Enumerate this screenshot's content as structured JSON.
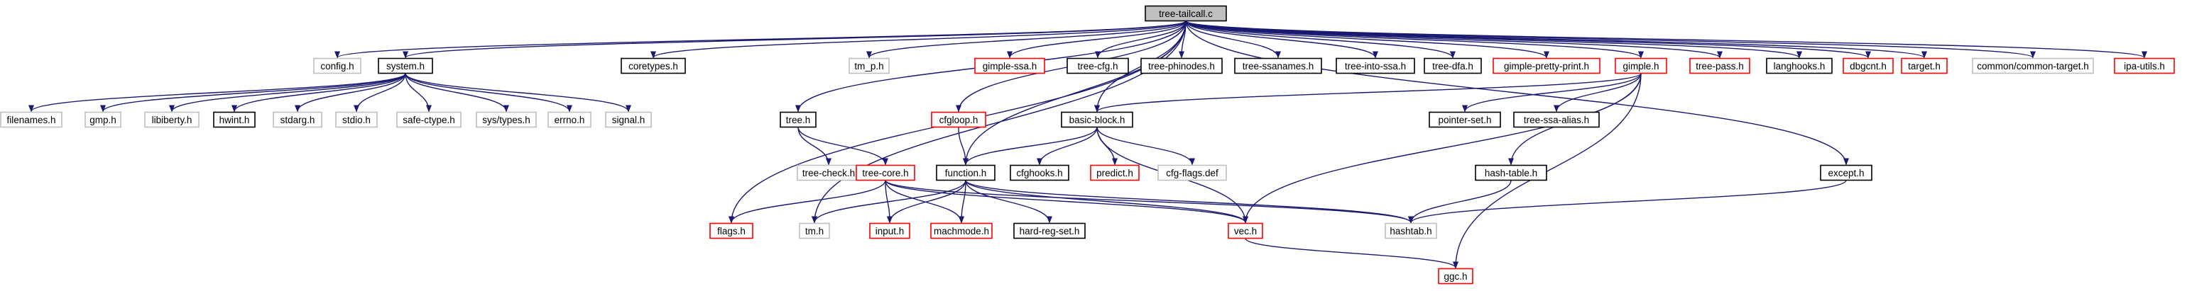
{
  "colors": {
    "root_fill": "#bfbfbf",
    "root_border": "#000000",
    "documented_border": "#000000",
    "incomplete_border": "#ff0000",
    "undocumented_border": "#bfbfbf",
    "edge": "#191970"
  },
  "nodes": [
    {
      "id": "tree-tailcall-c",
      "label": "tree-tailcall.c",
      "kind": "root"
    },
    {
      "id": "config-h",
      "label": "config.h",
      "kind": "undocumented"
    },
    {
      "id": "system-h",
      "label": "system.h",
      "kind": "documented"
    },
    {
      "id": "coretypes-h",
      "label": "coretypes.h",
      "kind": "documented"
    },
    {
      "id": "tree-h",
      "label": "tree.h",
      "kind": "documented"
    },
    {
      "id": "tm-p-h",
      "label": "tm_p.h",
      "kind": "undocumented"
    },
    {
      "id": "cfgloop-h",
      "label": "cfgloop.h",
      "kind": "incomplete"
    },
    {
      "id": "gimple-ssa-h",
      "label": "gimple-ssa.h",
      "kind": "incomplete"
    },
    {
      "id": "tree-cfg-h",
      "label": "tree-cfg.h",
      "kind": "documented"
    },
    {
      "id": "tree-phinodes-h",
      "label": "tree-phinodes.h",
      "kind": "documented"
    },
    {
      "id": "tree-ssanames-h",
      "label": "tree-ssanames.h",
      "kind": "documented"
    },
    {
      "id": "tree-into-ssa-h",
      "label": "tree-into-ssa.h",
      "kind": "documented"
    },
    {
      "id": "tree-dfa-h",
      "label": "tree-dfa.h",
      "kind": "documented"
    },
    {
      "id": "gimple-pretty-print-h",
      "label": "gimple-pretty-print.h",
      "kind": "incomplete"
    },
    {
      "id": "gimple-h",
      "label": "gimple.h",
      "kind": "incomplete"
    },
    {
      "id": "tree-pass-h",
      "label": "tree-pass.h",
      "kind": "incomplete"
    },
    {
      "id": "langhooks-h",
      "label": "langhooks.h",
      "kind": "documented"
    },
    {
      "id": "dbgcnt-h",
      "label": "dbgcnt.h",
      "kind": "incomplete"
    },
    {
      "id": "target-h",
      "label": "target.h",
      "kind": "incomplete"
    },
    {
      "id": "common-target-h",
      "label": "common/common-target.h",
      "kind": "undocumented"
    },
    {
      "id": "ipa-utils-h",
      "label": "ipa-utils.h",
      "kind": "incomplete"
    },
    {
      "id": "filenames-h",
      "label": "filenames.h",
      "kind": "undocumented"
    },
    {
      "id": "gmp-h",
      "label": "gmp.h",
      "kind": "undocumented"
    },
    {
      "id": "libiberty-h",
      "label": "libiberty.h",
      "kind": "undocumented"
    },
    {
      "id": "hwint-h",
      "label": "hwint.h",
      "kind": "documented"
    },
    {
      "id": "stdarg-h",
      "label": "stdarg.h",
      "kind": "undocumented"
    },
    {
      "id": "stdio-h",
      "label": "stdio.h",
      "kind": "undocumented"
    },
    {
      "id": "safe-ctype-h",
      "label": "safe-ctype.h",
      "kind": "undocumented"
    },
    {
      "id": "sys-types-h",
      "label": "sys/types.h",
      "kind": "undocumented"
    },
    {
      "id": "errno-h",
      "label": "errno.h",
      "kind": "undocumented"
    },
    {
      "id": "signal-h",
      "label": "signal.h",
      "kind": "undocumented"
    },
    {
      "id": "basic-block-h",
      "label": "basic-block.h",
      "kind": "documented"
    },
    {
      "id": "pointer-set-h",
      "label": "pointer-set.h",
      "kind": "documented"
    },
    {
      "id": "tree-ssa-alias-h",
      "label": "tree-ssa-alias.h",
      "kind": "documented"
    },
    {
      "id": "tree-check-h",
      "label": "tree-check.h",
      "kind": "undocumented"
    },
    {
      "id": "tree-core-h",
      "label": "tree-core.h",
      "kind": "incomplete"
    },
    {
      "id": "function-h",
      "label": "function.h",
      "kind": "documented"
    },
    {
      "id": "cfghooks-h",
      "label": "cfghooks.h",
      "kind": "documented"
    },
    {
      "id": "predict-h",
      "label": "predict.h",
      "kind": "incomplete"
    },
    {
      "id": "cfg-flags-def",
      "label": "cfg-flags.def",
      "kind": "undocumented"
    },
    {
      "id": "hash-table-h",
      "label": "hash-table.h",
      "kind": "documented"
    },
    {
      "id": "except-h",
      "label": "except.h",
      "kind": "documented"
    },
    {
      "id": "flags-h",
      "label": "flags.h",
      "kind": "incomplete"
    },
    {
      "id": "tm-h",
      "label": "tm.h",
      "kind": "undocumented"
    },
    {
      "id": "input-h",
      "label": "input.h",
      "kind": "incomplete"
    },
    {
      "id": "machmode-h",
      "label": "machmode.h",
      "kind": "incomplete"
    },
    {
      "id": "hard-reg-set-h",
      "label": "hard-reg-set.h",
      "kind": "documented"
    },
    {
      "id": "vec-h",
      "label": "vec.h",
      "kind": "incomplete"
    },
    {
      "id": "hashtab-h",
      "label": "hashtab.h",
      "kind": "undocumented"
    },
    {
      "id": "ggc-h",
      "label": "ggc.h",
      "kind": "incomplete"
    }
  ],
  "edges": [
    [
      "tree-tailcall-c",
      "config-h"
    ],
    [
      "tree-tailcall-c",
      "system-h"
    ],
    [
      "tree-tailcall-c",
      "coretypes-h"
    ],
    [
      "tree-tailcall-c",
      "tree-h"
    ],
    [
      "tree-tailcall-c",
      "tm-p-h"
    ],
    [
      "tree-tailcall-c",
      "cfgloop-h"
    ],
    [
      "tree-tailcall-c",
      "gimple-ssa-h"
    ],
    [
      "tree-tailcall-c",
      "tree-cfg-h"
    ],
    [
      "tree-tailcall-c",
      "tree-phinodes-h"
    ],
    [
      "tree-tailcall-c",
      "tree-ssanames-h"
    ],
    [
      "tree-tailcall-c",
      "tree-into-ssa-h"
    ],
    [
      "tree-tailcall-c",
      "tree-dfa-h"
    ],
    [
      "tree-tailcall-c",
      "gimple-pretty-print-h"
    ],
    [
      "tree-tailcall-c",
      "gimple-h"
    ],
    [
      "tree-tailcall-c",
      "tree-pass-h"
    ],
    [
      "tree-tailcall-c",
      "langhooks-h"
    ],
    [
      "tree-tailcall-c",
      "dbgcnt-h"
    ],
    [
      "tree-tailcall-c",
      "target-h"
    ],
    [
      "tree-tailcall-c",
      "common-target-h"
    ],
    [
      "tree-tailcall-c",
      "ipa-utils-h"
    ],
    [
      "tree-tailcall-c",
      "basic-block-h"
    ],
    [
      "tree-tailcall-c",
      "function-h"
    ],
    [
      "tree-tailcall-c",
      "flags-h"
    ],
    [
      "tree-tailcall-c",
      "tm-h"
    ],
    [
      "tree-tailcall-c",
      "except-h"
    ],
    [
      "system-h",
      "filenames-h"
    ],
    [
      "system-h",
      "gmp-h"
    ],
    [
      "system-h",
      "libiberty-h"
    ],
    [
      "system-h",
      "hwint-h"
    ],
    [
      "system-h",
      "stdarg-h"
    ],
    [
      "system-h",
      "stdio-h"
    ],
    [
      "system-h",
      "safe-ctype-h"
    ],
    [
      "system-h",
      "sys-types-h"
    ],
    [
      "system-h",
      "errno-h"
    ],
    [
      "system-h",
      "signal-h"
    ],
    [
      "tree-h",
      "tree-check-h"
    ],
    [
      "tree-h",
      "tree-core-h"
    ],
    [
      "tree-core-h",
      "flags-h"
    ],
    [
      "tree-core-h",
      "input-h"
    ],
    [
      "tree-core-h",
      "machmode-h"
    ],
    [
      "tree-core-h",
      "vec-h"
    ],
    [
      "tree-core-h",
      "hashtab-h"
    ],
    [
      "cfgloop-h",
      "function-h"
    ],
    [
      "gimple-h",
      "basic-block-h"
    ],
    [
      "gimple-h",
      "pointer-set-h"
    ],
    [
      "gimple-h",
      "tree-ssa-alias-h"
    ],
    [
      "gimple-h",
      "hash-table-h"
    ],
    [
      "gimple-h",
      "vec-h"
    ],
    [
      "gimple-h",
      "ggc-h"
    ],
    [
      "basic-block-h",
      "function-h"
    ],
    [
      "basic-block-h",
      "cfghooks-h"
    ],
    [
      "basic-block-h",
      "predict-h"
    ],
    [
      "basic-block-h",
      "cfg-flags-def"
    ],
    [
      "basic-block-h",
      "vec-h"
    ],
    [
      "function-h",
      "tm-h"
    ],
    [
      "function-h",
      "input-h"
    ],
    [
      "function-h",
      "machmode-h"
    ],
    [
      "function-h",
      "hard-reg-set-h"
    ],
    [
      "function-h",
      "vec-h"
    ],
    [
      "function-h",
      "hashtab-h"
    ],
    [
      "hash-table-h",
      "hashtab-h"
    ],
    [
      "except-h",
      "hashtab-h"
    ],
    [
      "vec-h",
      "ggc-h"
    ]
  ]
}
